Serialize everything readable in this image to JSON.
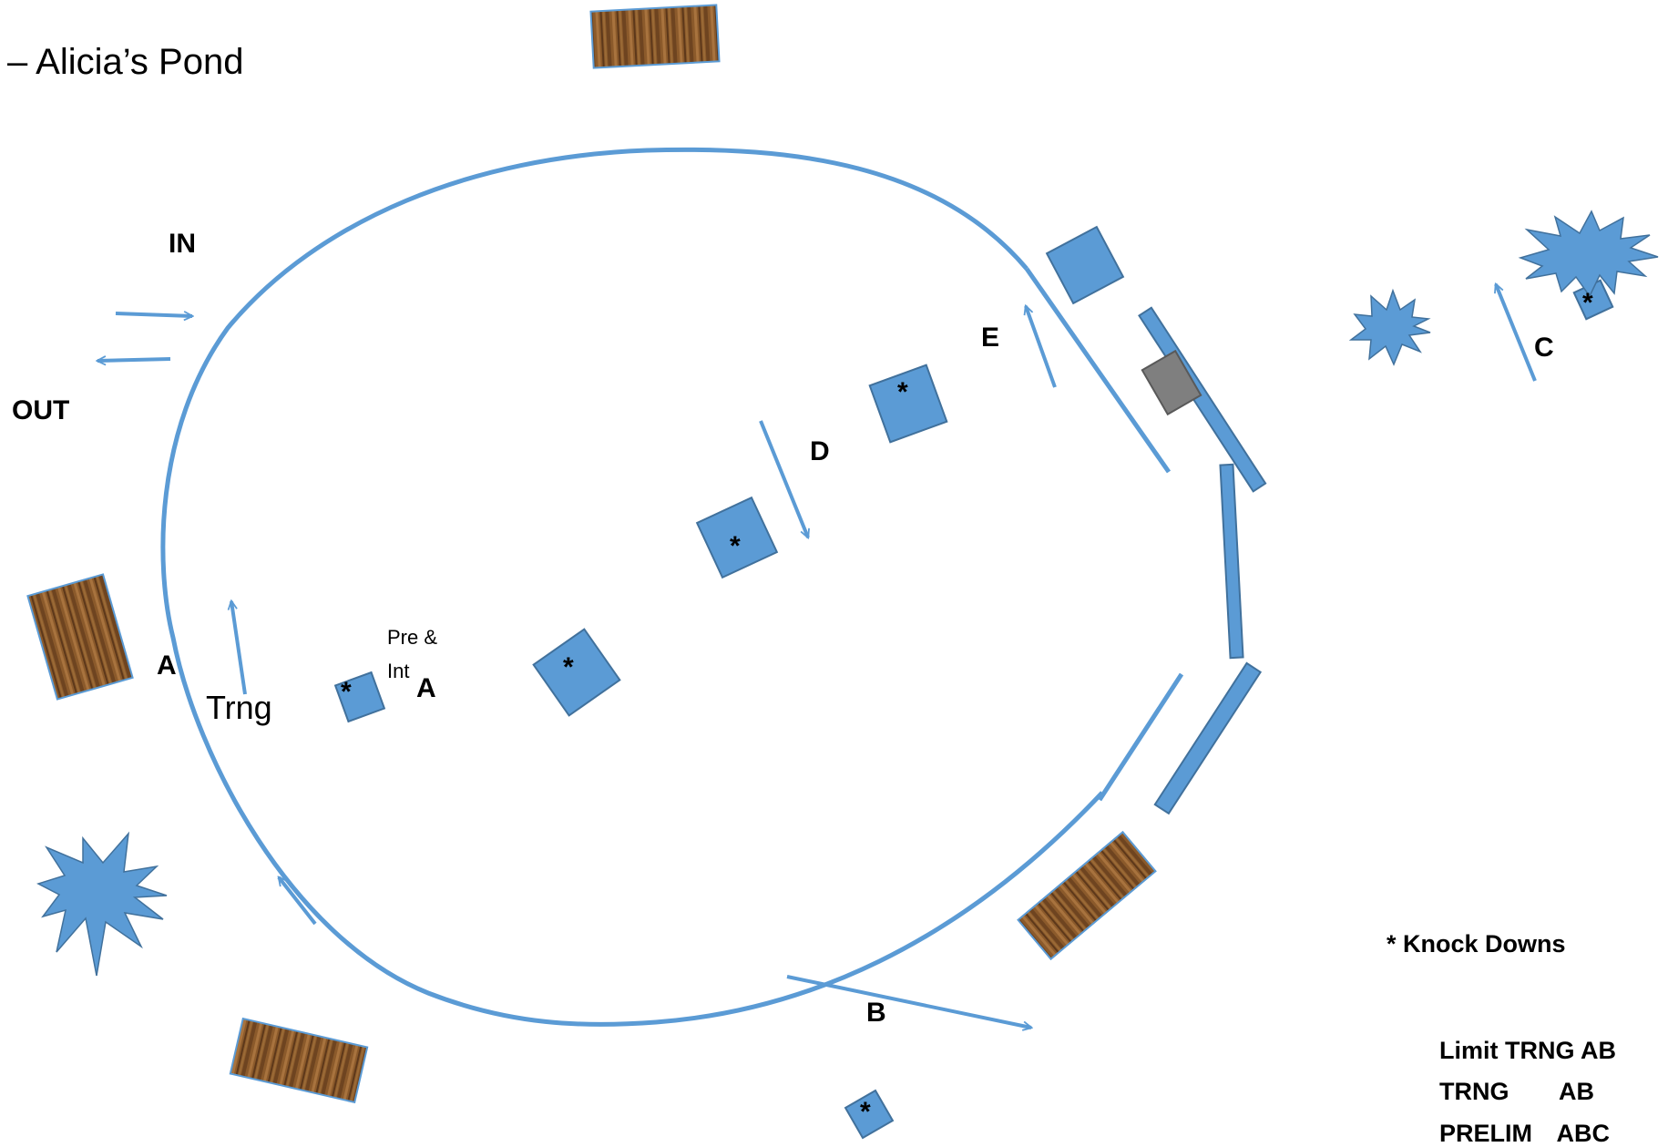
{
  "title": "– Alicia’s Pond",
  "direction": {
    "in": "IN",
    "out": "OUT"
  },
  "obstacle_labels": {
    "a_left": "A",
    "a_inner": "A",
    "b": "B",
    "c": "C",
    "d": "D",
    "e": "E"
  },
  "trng_label": "Trng",
  "pre_int": {
    "line1": "Pre &",
    "line2": "Int"
  },
  "knock_down_symbol": "*",
  "legend": {
    "knock_downs": "* Knock Downs",
    "limits": [
      "Limit TRNG AB",
      "TRNG AB",
      "PRELIM ABC"
    ]
  },
  "colors": {
    "course_blue": "#5b9bd5",
    "fill_blue": "#5b9bd5",
    "log_brown": "#8b5a2b",
    "grey_block": "#7f7f7f"
  }
}
